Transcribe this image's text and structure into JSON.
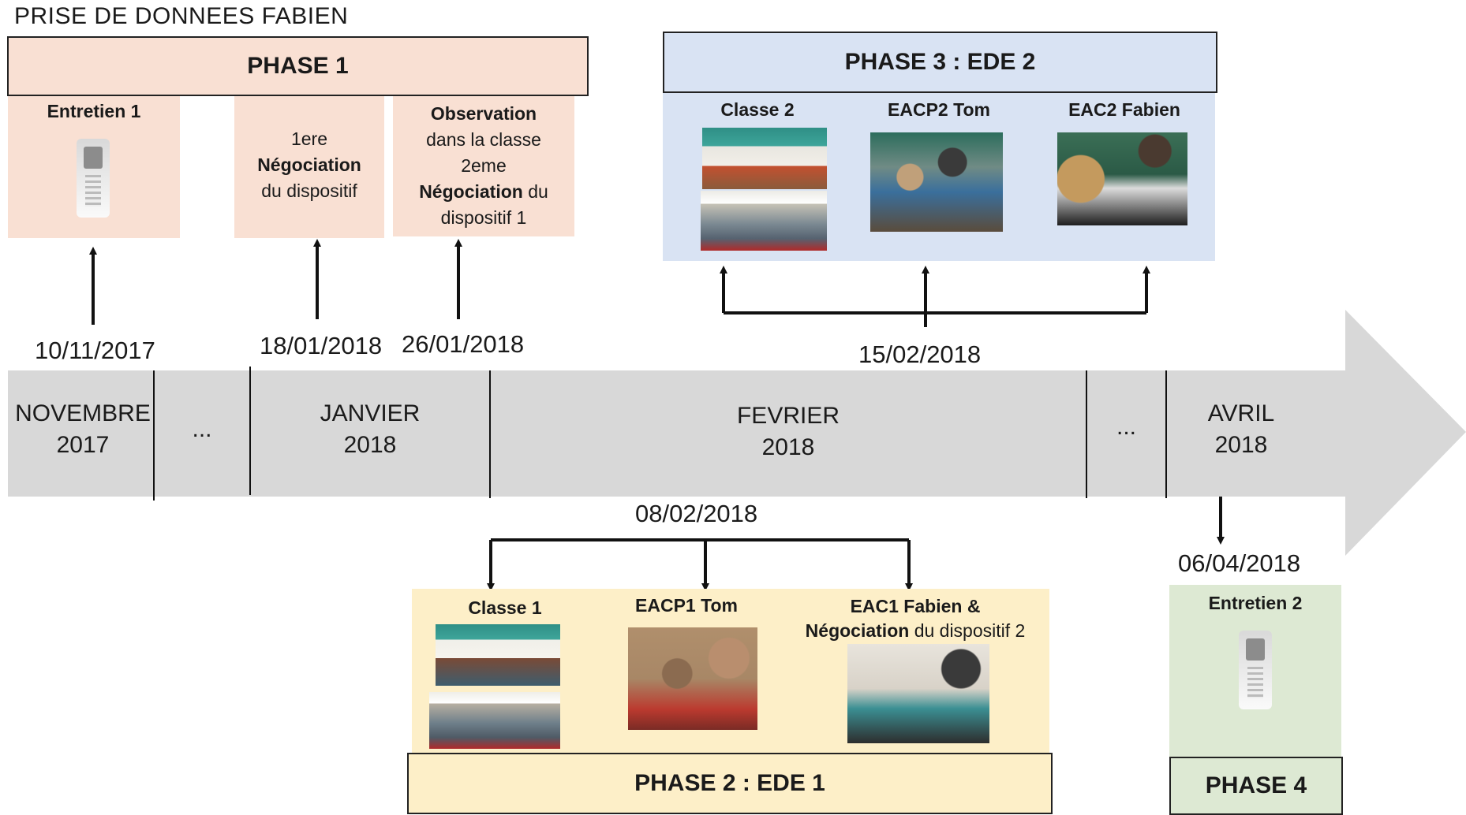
{
  "title": "PRISE DE DONNEES FABIEN",
  "colors": {
    "phase1": "#f9e0d3",
    "phase2": "#fdefc8",
    "phase3": "#d9e3f3",
    "phase4": "#dde9d3",
    "timeline": "#d8d8d8"
  },
  "phase1": {
    "header": "PHASE 1",
    "entretien1": "Entretien 1",
    "neg1": [
      "1ere",
      "Négociation",
      "du dispositif"
    ],
    "obs": [
      "Observation",
      "dans la classe",
      "2eme",
      "Négociation",
      "du",
      "dispositif 1"
    ]
  },
  "phase2": {
    "header": "PHASE 2 : EDE 1",
    "classe1": "Classe 1",
    "eacp1": "EACP1 Tom",
    "eac1_line1": "EAC1 Fabien &",
    "eac1_neg": "Négociation",
    "eac1_rest": "du dispositif 2"
  },
  "phase3": {
    "header": "PHASE 3 : EDE 2",
    "classe2": "Classe 2",
    "eacp2": "EACP2 Tom",
    "eac2": "EAC2 Fabien"
  },
  "phase4": {
    "header": "PHASE 4",
    "entretien2": "Entretien 2"
  },
  "dates": {
    "d1": "10/11/2017",
    "d2": "18/01/2018",
    "d3": "26/01/2018",
    "d4": "15/02/2018",
    "d5": "08/02/2018",
    "d6": "06/04/2018"
  },
  "months": {
    "nov": [
      "NOVEMBRE",
      "2017"
    ],
    "gap1": "...",
    "jan": [
      "JANVIER",
      "2018"
    ],
    "feb": [
      "FEVRIER",
      "2018"
    ],
    "gap2": "...",
    "apr": [
      "AVRIL",
      "2018"
    ]
  }
}
